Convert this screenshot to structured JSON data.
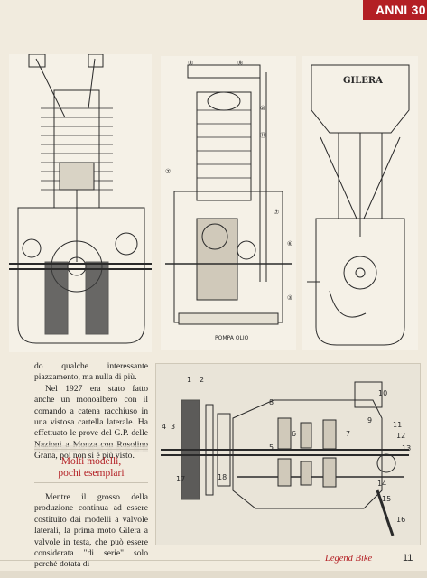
{
  "header": {
    "section_label": "ANNI 30"
  },
  "figures": {
    "top_left_alt": "",
    "top_middle_pump_label": "POMPA OLIO",
    "top_right_brand": "GILERA",
    "bottom_labels": [
      "1",
      "2",
      "3",
      "4",
      "5",
      "6",
      "7",
      "8",
      "9",
      "10",
      "11",
      "12",
      "13",
      "14",
      "15",
      "16",
      "17",
      "18"
    ]
  },
  "body": {
    "para1": "do qualche interessante piazzamento, ma nulla di più.",
    "para2": "Nel 1927 era stato fatto anche un monoalbero con il comando a catena racchiuso in una vistosa cartella laterale. Ha effettuato le prove del G.P. delle Nazioni a Monza con Rosolino Grana, poi non si è più visto.",
    "subhead_line1": "Molti modelli,",
    "subhead_line2": "pochi esemplari",
    "para3": "Mentre il grosso della produzione continua ad essere costituito dai modelli a valvole laterali, la prima moto Gilera a valvole in testa, che può essere considerata \"di serie\" solo perché dotata di"
  },
  "footer": {
    "brand": "Legend Bike",
    "page_number": "11"
  }
}
